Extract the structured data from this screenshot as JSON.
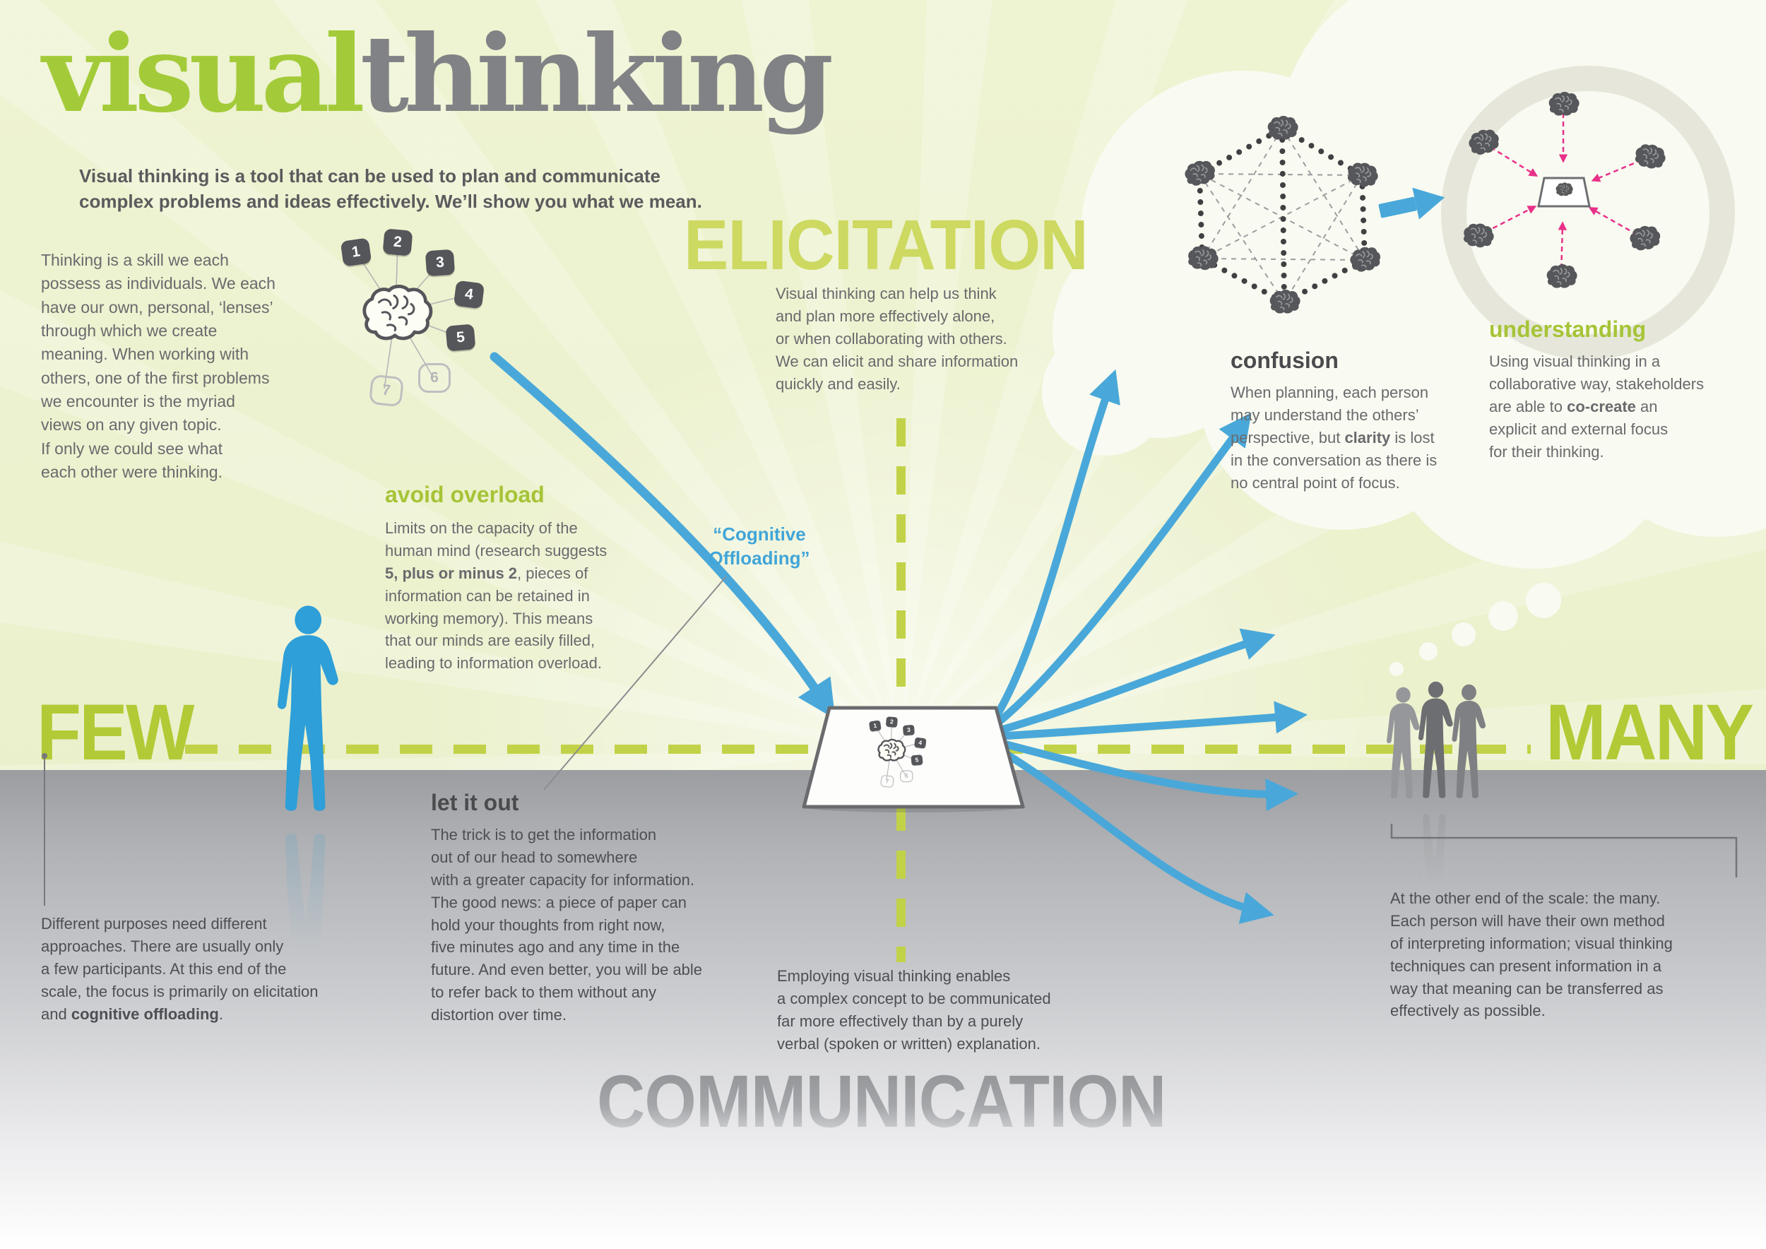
{
  "colors": {
    "green": "#a6c437",
    "light_green": "#cdd960",
    "blue": "#41a5d8",
    "gray": "#808285",
    "dark": "#4a4b4d"
  },
  "header": {
    "title_green": "visual",
    "title_gray": "thinking",
    "subtitle": "Visual thinking is a tool that can be used to plan and communicate\ncomplex problems and ideas effectively. We’ll show you what we mean."
  },
  "intro": {
    "text": "Thinking is a skill we each\npossess as individuals. We each\nhave our own, personal, ‘lenses’\nthrough which we create\nmeaning. When working with\nothers, one of the first problems\nwe encounter is the myriad\nviews on any given topic.\nIf only we could see what\neach other were thinking."
  },
  "axis": {
    "elicitation": "ELICITATION",
    "communication": "COMMUNICATION",
    "few": "FEW",
    "many": "MANY"
  },
  "elicitation_note": "Visual thinking can help us think\nand plan more effectively alone,\nor when collaborating with others.\nWe can elicit and share information\nquickly and easily.",
  "avoid_overload": {
    "heading": "avoid overload",
    "body_pre": "Limits on the capacity of the\nhuman mind (research suggests\n",
    "body_bold": "5, plus or minus 2",
    "body_post": ", pieces of\ninformation can be retained in\nworking memory). This means\nthat our minds are easily filled,\nleading to information overload."
  },
  "cognitive_offloading": "“Cognitive\nOffloading”",
  "let_it_out": {
    "heading": "let it out",
    "body": "The trick is to get the information\nout of our head to somewhere\nwith a greater capacity for information.\nThe good news: a piece of paper can\nhold your thoughts from right now,\nfive minutes ago and any time in the\nfuture. And even better, you will be able\nto refer back to them without any\ndistortion over time."
  },
  "confusion": {
    "heading": "confusion",
    "body_pre": "When planning, each person\nmay understand the others’\nperspective, but ",
    "body_bold": "clarity",
    "body_post": " is lost\nin the conversation as there is\nno central point of focus."
  },
  "understanding": {
    "heading": "understanding",
    "body_pre": "Using visual thinking in a\ncollaborative way, stakeholders\nare able to ",
    "body_bold": "co-create",
    "body_post": " an\nexplicit and external focus\nfor their thinking."
  },
  "few_note": {
    "body_pre": "Different purposes need different\napproaches. There are usually only\na few participants. At this end of the\nscale, the focus is primarily on elicitation\nand ",
    "body_bold": "cognitive offloading",
    "body_post": "."
  },
  "communication_note": "Employing visual thinking enables\na complex concept to be communicated\nfar more effectively than by a purely\nverbal (spoken or written) explanation.",
  "many_note": "At the other end of the scale: the many.\nEach person will have their own method\nof interpreting information; visual thinking\ntechniques can present information in a\nway that meaning can be transferred as\neffectively as possible.",
  "brain_chips": [
    "1",
    "2",
    "3",
    "4",
    "5",
    "6",
    "7"
  ]
}
